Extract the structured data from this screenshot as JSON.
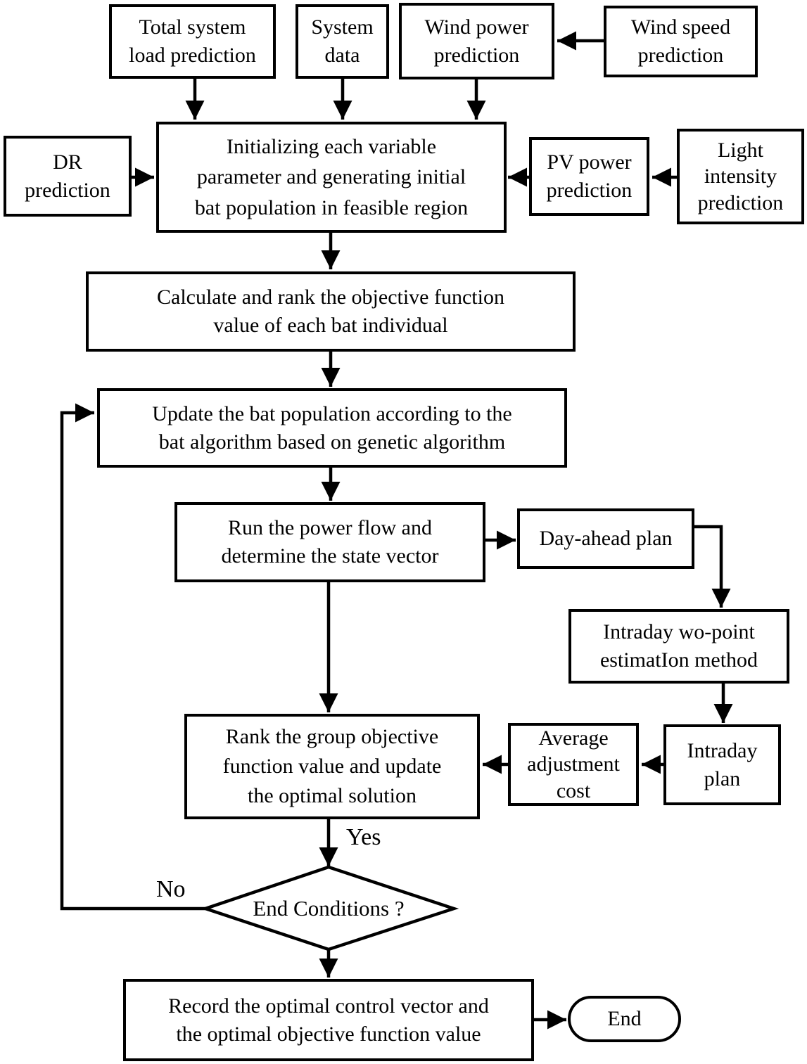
{
  "figure": {
    "background_color": "#ffffff",
    "line_color": "#000000",
    "type": "flowchart"
  },
  "nodes": {
    "total_system_load": {
      "label": "Total system\nload prediction"
    },
    "system_data": {
      "label": "System\ndata"
    },
    "wind_power": {
      "label": "Wind power\nprediction"
    },
    "wind_speed": {
      "label": "Wind speed\nprediction"
    },
    "dr_prediction": {
      "label": "DR\nprediction"
    },
    "initialize": {
      "label": "Initializing each variable\nparameter and generating initial\nbat population in feasible region"
    },
    "pv_power": {
      "label": "PV power\nprediction"
    },
    "light_intensity": {
      "label": "Light\nintensity\nprediction"
    },
    "calculate_rank": {
      "label": "Calculate and rank the objective function\nvalue of each bat individual"
    },
    "update_population": {
      "label": "Update the bat population according to the\nbat algorithm based on genetic algorithm"
    },
    "run_power_flow": {
      "label": "Run the power flow  and\ndetermine the state vector"
    },
    "day_ahead_plan": {
      "label": "Day-ahead plan"
    },
    "intraday_two_point": {
      "label": "Intraday  wo-point\nestimatIon method"
    },
    "rank_group": {
      "label": "Rank the group objective\nfunction value and update\nthe optimal solution"
    },
    "average_adjustment": {
      "label": "Average\nadjustment\ncost"
    },
    "intraday_plan": {
      "label": "Intraday\nplan"
    },
    "end_conditions": {
      "label": "End Conditions ?"
    },
    "record_optimal": {
      "label": "Record the optimal control vector and\nthe optimal objective function value"
    },
    "end": {
      "label": "End"
    }
  },
  "edge_labels": {
    "yes": "Yes",
    "no": "No"
  }
}
